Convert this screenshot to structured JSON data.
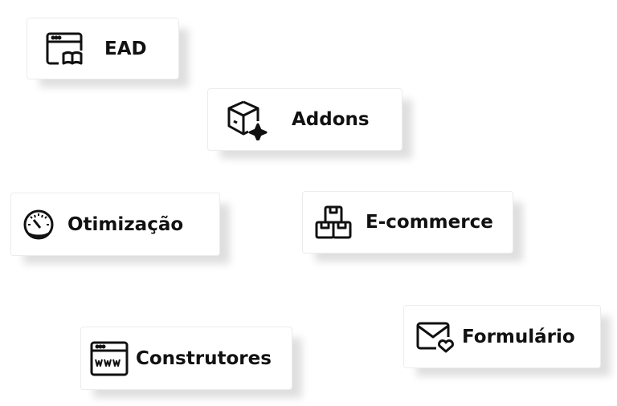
{
  "cards": [
    {
      "label": "EAD",
      "icon": "browser-book-icon"
    },
    {
      "label": "Addons",
      "icon": "box-sparkle-icon"
    },
    {
      "label": "Otimização",
      "icon": "speedometer-icon"
    },
    {
      "label": "E-commerce",
      "icon": "boxes-icon"
    },
    {
      "label": "Formulário",
      "icon": "envelope-heart-icon"
    },
    {
      "label": "Construtores",
      "icon": "browser-www-icon"
    }
  ]
}
